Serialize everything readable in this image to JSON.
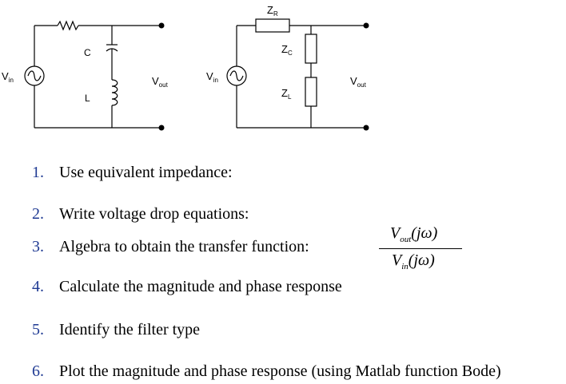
{
  "circuit1": {
    "vin_label": "V",
    "vin_sub": "in",
    "vout_label": "V",
    "vout_sub": "out",
    "cap_label": "C",
    "ind_label": "L"
  },
  "circuit2": {
    "vin_label": "V",
    "vin_sub": "in",
    "vout_label": "V",
    "vout_sub": "out",
    "zr_label": "Z",
    "zr_sub": "R",
    "zc_label": "Z",
    "zc_sub": "C",
    "zl_label": "Z",
    "zl_sub": "L"
  },
  "steps": [
    {
      "num": "1.",
      "text": "Use equivalent impedance:"
    },
    {
      "num": "2.",
      "text": "Write voltage drop equations:"
    },
    {
      "num": "3.",
      "text": "Algebra to obtain the transfer function:"
    },
    {
      "num": "4.",
      "text": "Calculate the magnitude and phase response"
    },
    {
      "num": "5.",
      "text": "Identify the filter type"
    },
    {
      "num": "6.",
      "text": "Plot the magnitude and phase response (using Matlab function Bode)"
    }
  ],
  "transfer_function": {
    "num_v": "V",
    "num_sub": "out",
    "num_arg": "(jω)",
    "den_v": "V",
    "den_sub": "in",
    "den_arg": "(jω)"
  }
}
